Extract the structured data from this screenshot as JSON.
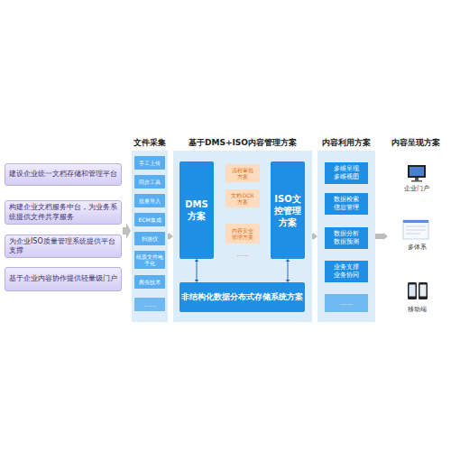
{
  "diagram": {
    "nodes": [
      {
        "text": [
          "建设企业统一文档存储和管理平台"
        ]
      },
      {
        "text": [
          "构建企业文档服务中台，为业务系统提供文件共享服务"
        ]
      },
      {
        "text": [
          "为企业ISO质量管理系统提供平台支撑"
        ]
      },
      {
        "text": [
          "基于企业内容协作提供轻量级门户"
        ]
      },
      {
        "text": [
          "文件采集"
        ]
      },
      {
        "text": [
          "手工上传"
        ],
        "in": 4
      },
      {
        "text": [
          "同步工具"
        ],
        "in": 4
      },
      {
        "text": [
          "批量导入"
        ],
        "in": 4
      },
      {
        "text": [
          "ECM集成"
        ],
        "in": 4
      },
      {
        "text": [
          "扫描仪"
        ],
        "in": 4
      },
      {
        "text": [
          "纸质文件电子化"
        ],
        "in": 4
      },
      {
        "text": [
          "爬虫技术"
        ],
        "in": 4
      },
      {
        "text": [
          "……"
        ],
        "in": 4
      },
      {
        "text": [
          "基于DMS+ISO内容管理方案"
        ]
      },
      {
        "text": [
          "DMS方案"
        ],
        "in": 13
      },
      {
        "text": [
          "流程审批方案"
        ],
        "in": 13
      },
      {
        "text": [
          "文档OCR方案"
        ],
        "in": 13
      },
      {
        "text": [
          "内容安全管理方案"
        ],
        "in": 13
      },
      {
        "text": [
          "ISO文控管理方案"
        ],
        "in": 13
      },
      {
        "text": [
          "非结构化数据分布式存储系统方案"
        ],
        "in": 13
      },
      {
        "text": [
          "内容利用方案"
        ]
      },
      {
        "text": [
          "多维呈现 多维视图"
        ],
        "in": 20
      },
      {
        "text": [
          "数据检索 信息管理"
        ],
        "in": 20
      },
      {
        "text": [
          "数据分析 数据预测"
        ],
        "in": 20
      },
      {
        "text": [
          "业务支撑 业务协同"
        ],
        "in": 20
      },
      {
        "text": [
          "……"
        ],
        "in": 20
      },
      {
        "text": [
          "内容呈现方案"
        ]
      }
    ],
    "edges": [
      {
        "from": 4,
        "to": 13,
        "arrow": "to"
      },
      {
        "from": 13,
        "to": 20,
        "arrow": "to"
      },
      {
        "from": 20,
        "to": 26,
        "arrow": "to"
      },
      {
        "from": 14,
        "to": 19,
        "arrow": "both"
      },
      {
        "from": 18,
        "to": 19,
        "arrow": "both"
      }
    ],
    "labels": [
      "……",
      "企业门户",
      "多体系",
      "移动端"
    ]
  }
}
